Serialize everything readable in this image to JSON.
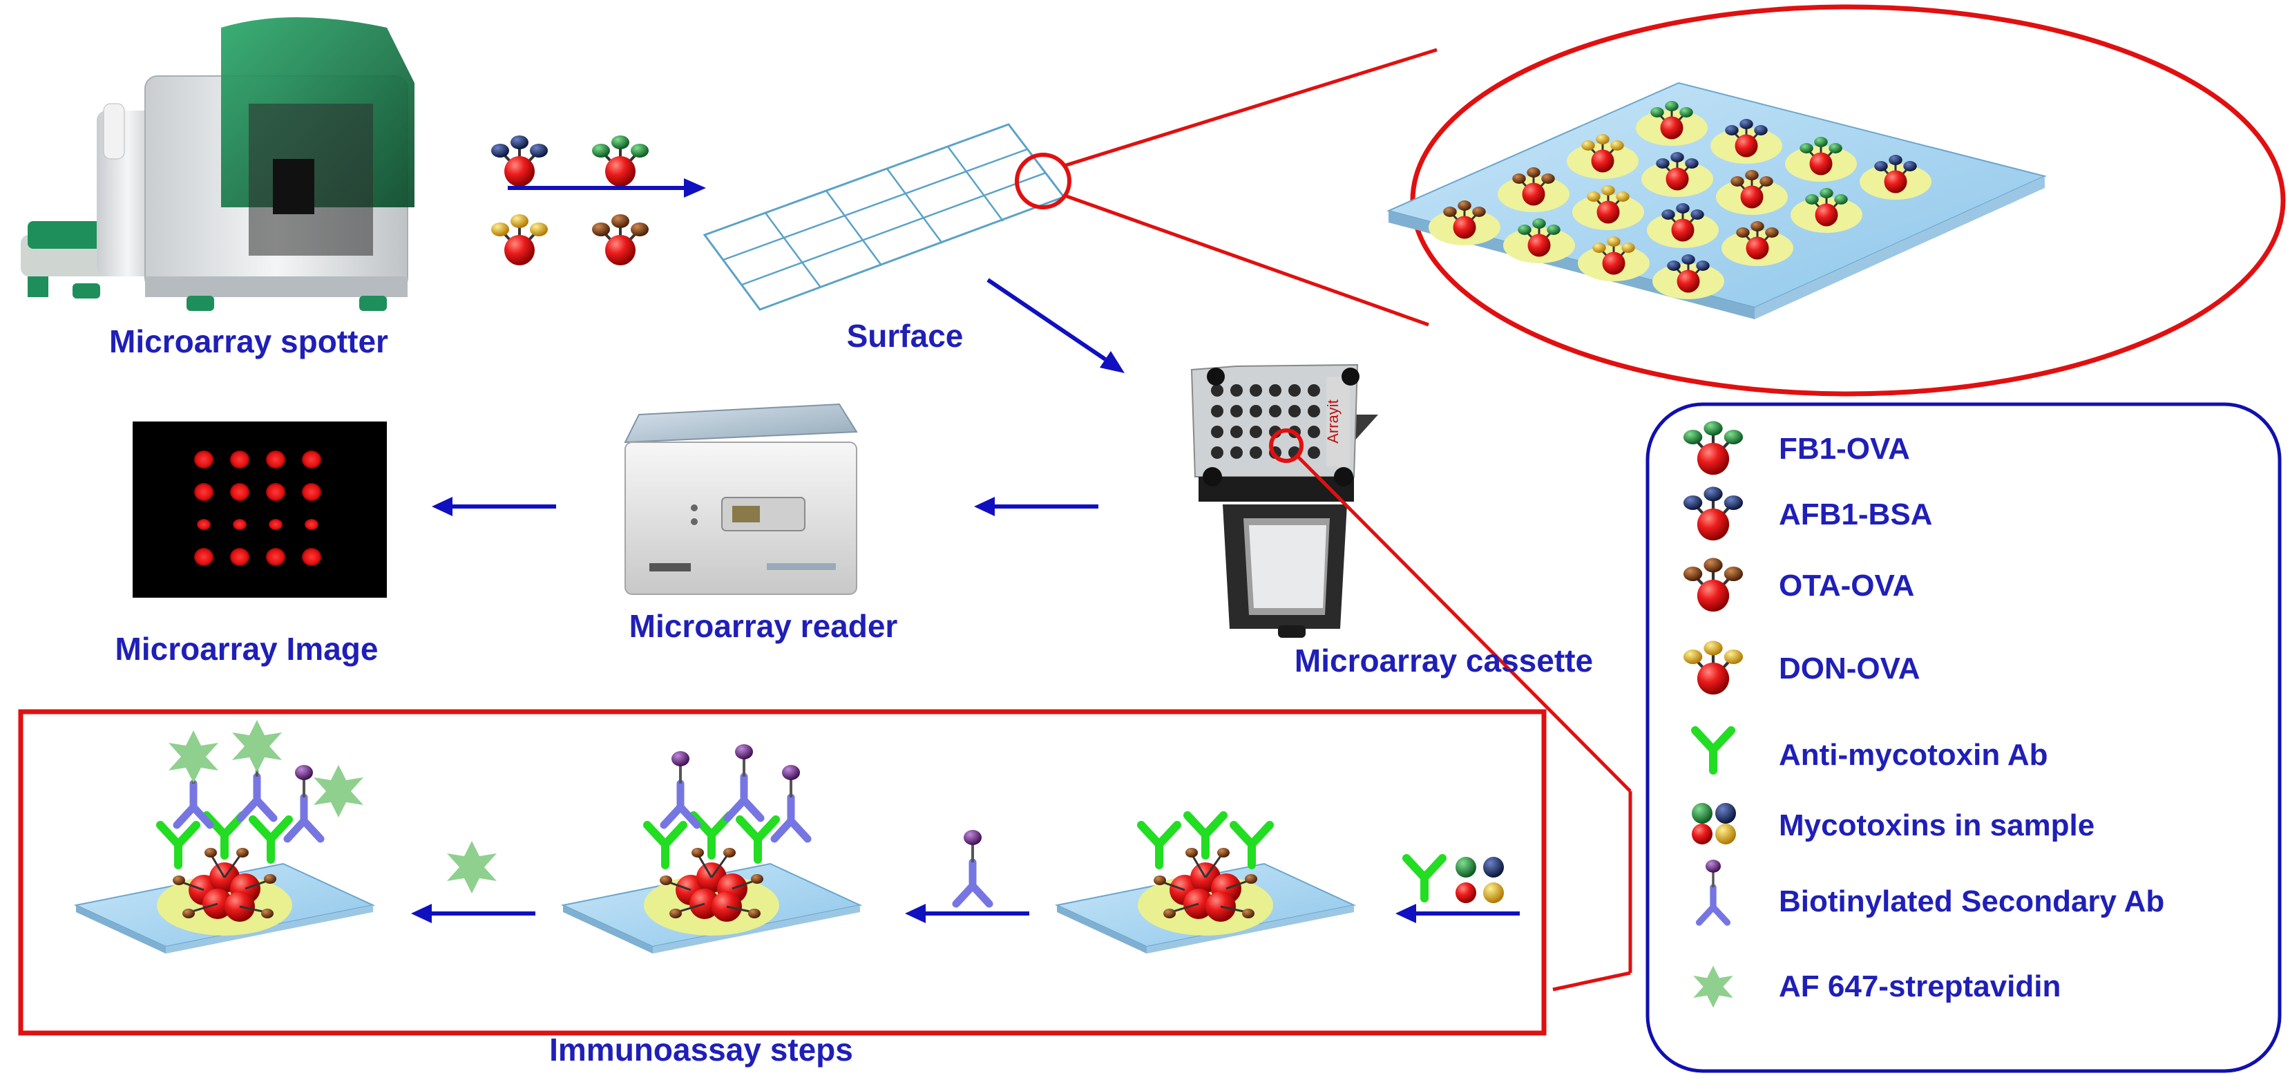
{
  "labels": {
    "microarray_spotter": "Microarray spotter",
    "surface": "Surface",
    "microarray_image": "Microarray Image",
    "microarray_reader": "Microarray reader",
    "microarray_cassette": "Microarray cassette",
    "immunoassay_steps": "Immunoassay steps"
  },
  "legend": {
    "items": [
      {
        "label": "FB1-OVA",
        "icon": "fb1-ova-molecule-icon"
      },
      {
        "label": "AFB1-BSA",
        "icon": "afb1-bsa-molecule-icon"
      },
      {
        "label": "OTA-OVA",
        "icon": "ota-ova-molecule-icon"
      },
      {
        "label": "DON-OVA",
        "icon": "don-ova-molecule-icon"
      },
      {
        "label": "Anti-mycotoxin Ab",
        "icon": "antibody-icon"
      },
      {
        "label": "Mycotoxins in sample",
        "icon": "mycotoxin-spheres-icon"
      },
      {
        "label": "Biotinylated Secondary Ab",
        "icon": "biotinylated-antibody-icon"
      },
      {
        "label": "AF 647-streptavidin",
        "icon": "streptavidin-star-icon"
      }
    ]
  },
  "colors": {
    "label_blue": "#1f1fb8",
    "arrow_blue": "#1010c0",
    "highlight_red": "#e01010",
    "slide_blue": "#a9d3ee",
    "spot_yellow": "#eef29a",
    "conjugate_red": "#e01818",
    "fb1_green": "#1a8a3a",
    "afb1_navy": "#14285e",
    "ota_brown": "#7a3a12",
    "don_gold": "#e0a810",
    "antibody_green": "#22dd22",
    "secondary_ab_blue": "#7070e0",
    "biotin_purple": "#6a2a8a",
    "streptavidin_green": "#8fce8f"
  }
}
